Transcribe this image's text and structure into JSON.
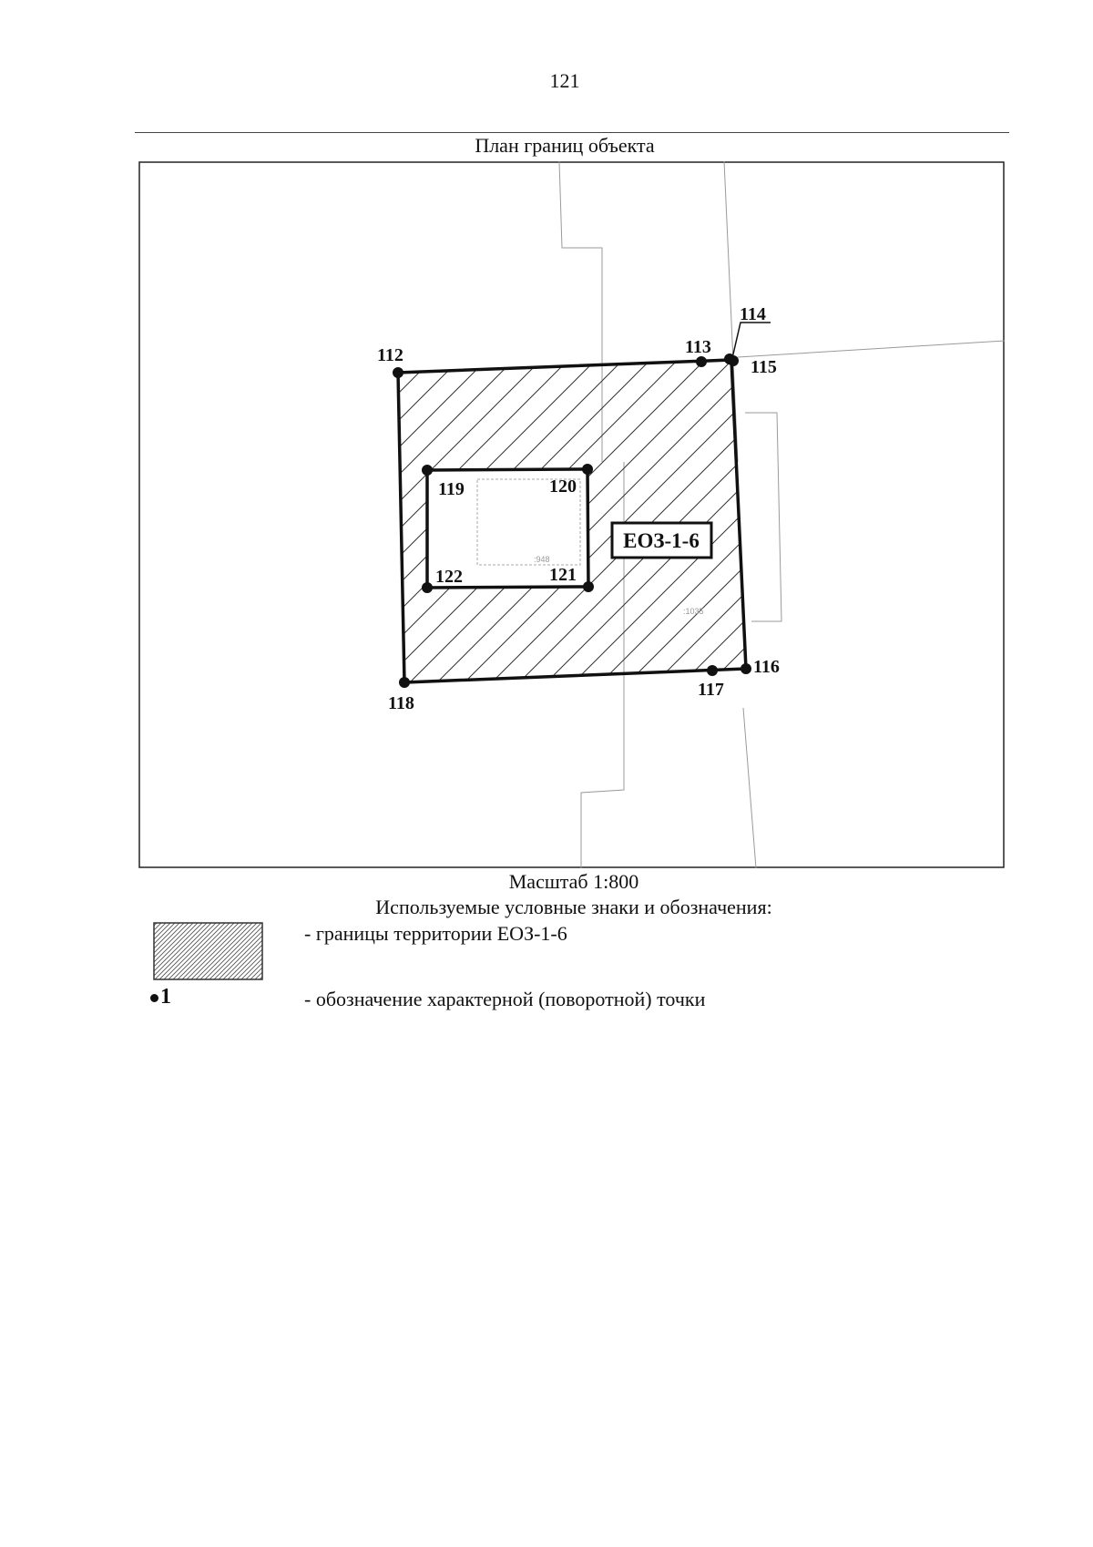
{
  "page_number": "121",
  "plan": {
    "title": "План границ объекта",
    "zone_label": "ЕОЗ-1-6",
    "parcel_labels": [
      ":948",
      ":1035"
    ],
    "points": [
      {
        "id": "112",
        "label": "112"
      },
      {
        "id": "113",
        "label": "113"
      },
      {
        "id": "114",
        "label": "114"
      },
      {
        "id": "115",
        "label": "115"
      },
      {
        "id": "116",
        "label": "116"
      },
      {
        "id": "117",
        "label": "117"
      },
      {
        "id": "118",
        "label": "118"
      },
      {
        "id": "119",
        "label": "119"
      },
      {
        "id": "120",
        "label": "120"
      },
      {
        "id": "121",
        "label": "121"
      },
      {
        "id": "122",
        "label": "122"
      }
    ]
  },
  "scale": "Масштаб 1:800",
  "legend": {
    "title": "Используемые условные знаки и обозначения:",
    "items": [
      {
        "symbol": "hatched-area",
        "text": "- границы территории ЕОЗ-1-6"
      },
      {
        "symbol": "point",
        "sample": "1",
        "text": "- обозначение характерной (поворотной) точки"
      }
    ]
  }
}
